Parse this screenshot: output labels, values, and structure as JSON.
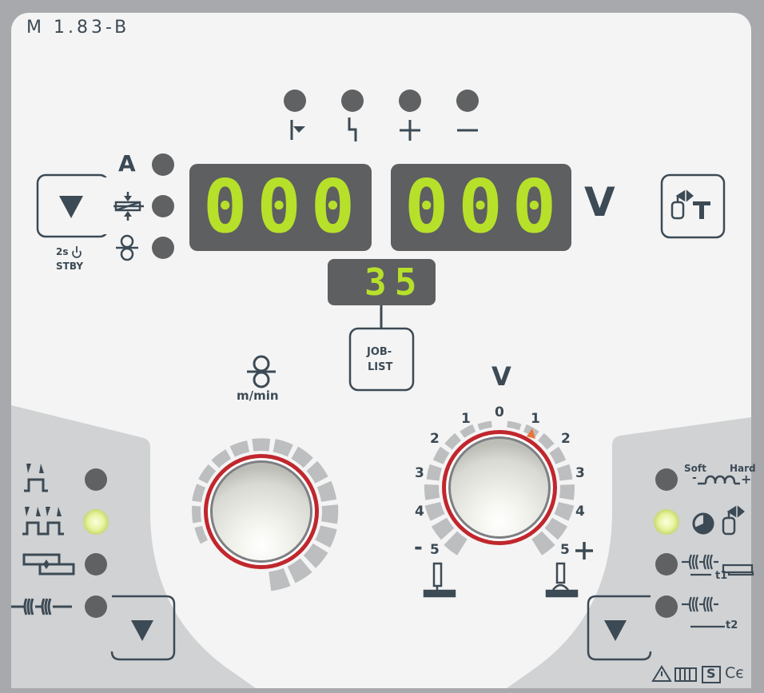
{
  "model": "M 1.83-B",
  "display_left": "000",
  "display_right": "000",
  "display_job": "35",
  "unit_right": "V",
  "left_indicators": [
    "A"
  ],
  "standby": {
    "line1": "2s",
    "line2": "STBY"
  },
  "job_list": {
    "line1": "JOB-",
    "line2": "LIST"
  },
  "wire_knob": {
    "unit": "m/min"
  },
  "voltage_knob": {
    "title": "V",
    "scale_left": [
      "1",
      "2",
      "3",
      "4",
      "5"
    ],
    "scale_right": [
      "1",
      "2",
      "3",
      "4",
      "5"
    ],
    "zero": "0",
    "minus": "-",
    "plus": "+"
  },
  "choke": {
    "soft": "Soft",
    "hard": "Hard",
    "minus": "-",
    "plus": "+"
  },
  "timers": {
    "t1": "t1",
    "t2": "t2"
  },
  "leds": {
    "top_row": [
      "off",
      "off",
      "off",
      "off"
    ],
    "left_display": [
      "off",
      "off",
      "off"
    ],
    "left_modes": [
      "off",
      "on",
      "off",
      "off"
    ],
    "right_modes": [
      "off",
      "on",
      "off",
      "off"
    ]
  },
  "colors": {
    "panel": "#f4f4f4",
    "frame": "#a7a9ac",
    "lower_panel": "#d0d2d4",
    "display_bg": "#5d5f61",
    "segment": "#b7e02a",
    "text": "#3c4a55",
    "led_off": "#5f6163",
    "led_on": "#e8f4a0",
    "knob_ring": "#c0272d"
  }
}
